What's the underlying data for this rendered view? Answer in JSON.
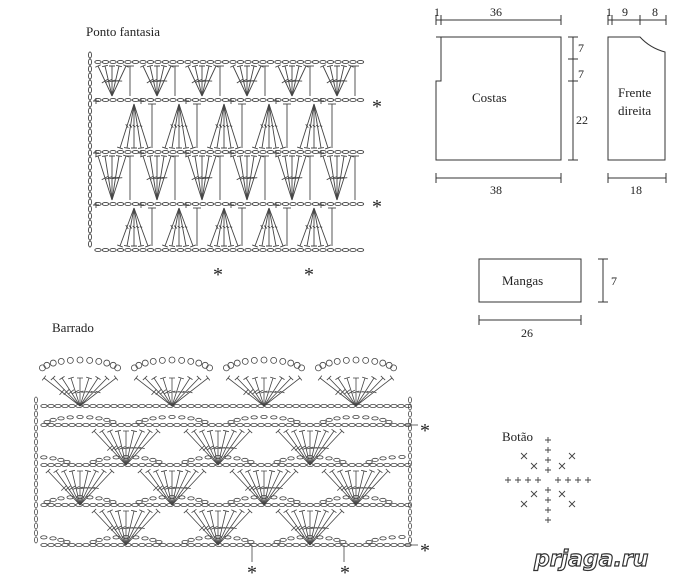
{
  "labels": {
    "ponto_fantasia": "Ponto fantasia",
    "barrado": "Barrado",
    "botao": "Botão",
    "costas": "Costas",
    "frente_line1": "Frente",
    "frente_line2": "direita",
    "mangas": "Mangas",
    "asterisk": "*",
    "watermark": "prjaga.ru"
  },
  "dimensions": {
    "costas": {
      "margin": "1",
      "top": "36",
      "bottom": "38",
      "right_upper": "7",
      "right_middle": "7",
      "right_lower": "22"
    },
    "frente": {
      "margin": "1",
      "width": "9",
      "neck": "8",
      "bottom": "18"
    },
    "mangas": {
      "bottom": "26",
      "right": "7"
    }
  }
}
